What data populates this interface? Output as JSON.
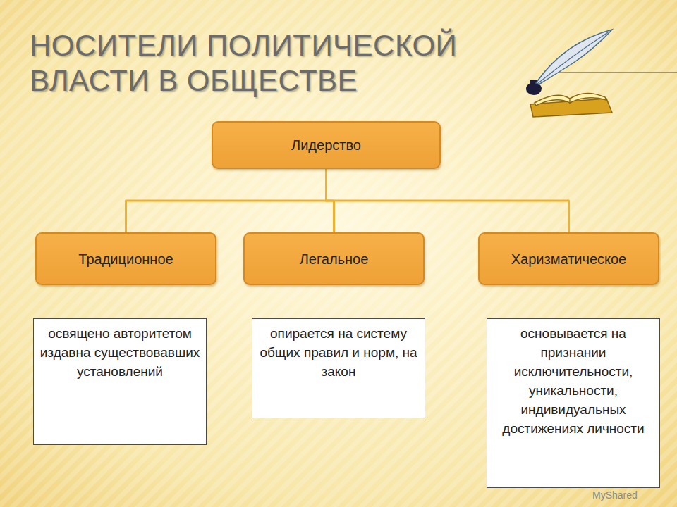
{
  "diagram": {
    "title": "НОСИТЕЛИ ПОЛИТИЧЕСКОЙ ВЛАСТИ В ОБЩЕСТВЕ",
    "nodes": [
      {
        "text": [
          "Лидерство"
        ]
      },
      {
        "text": [
          "Традиционное"
        ]
      },
      {
        "text": [
          "Легальное"
        ]
      },
      {
        "text": [
          "Харизматическое"
        ]
      },
      {
        "text": [
          "освящено авторитетом издавна существовавших установлений"
        ]
      },
      {
        "text": [
          "опирается на систему общих правил и норм, на закон"
        ]
      },
      {
        "text": [
          "основывается на признании исключительности, уникальности, индивидуальных достижениях личности"
        ]
      }
    ],
    "edges": [
      {
        "from": 0,
        "to": 1,
        "arrow": "none"
      },
      {
        "from": 0,
        "to": 2,
        "arrow": "none"
      },
      {
        "from": 0,
        "to": 3,
        "arrow": "none"
      }
    ],
    "labels": [
      "MyShared"
    ]
  }
}
